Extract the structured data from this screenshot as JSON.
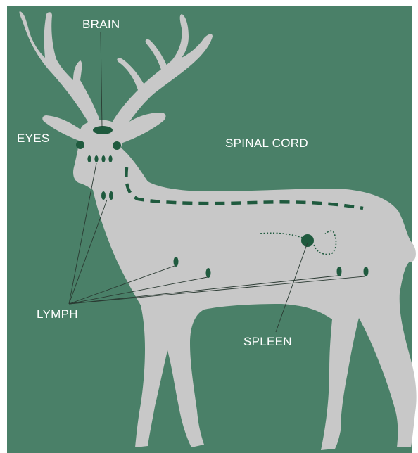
{
  "labels": {
    "brain": "BRAIN",
    "eyes": "EYES",
    "spinal_cord": "SPINAL CORD",
    "lymph": "LYMPH",
    "spleen": "SPLEEN"
  },
  "colors": {
    "background": "#4a8068",
    "body": "#c8c8c8",
    "organ": "#1f5a3e",
    "label": "#ffffff",
    "leader_line": "#2a3a32"
  }
}
